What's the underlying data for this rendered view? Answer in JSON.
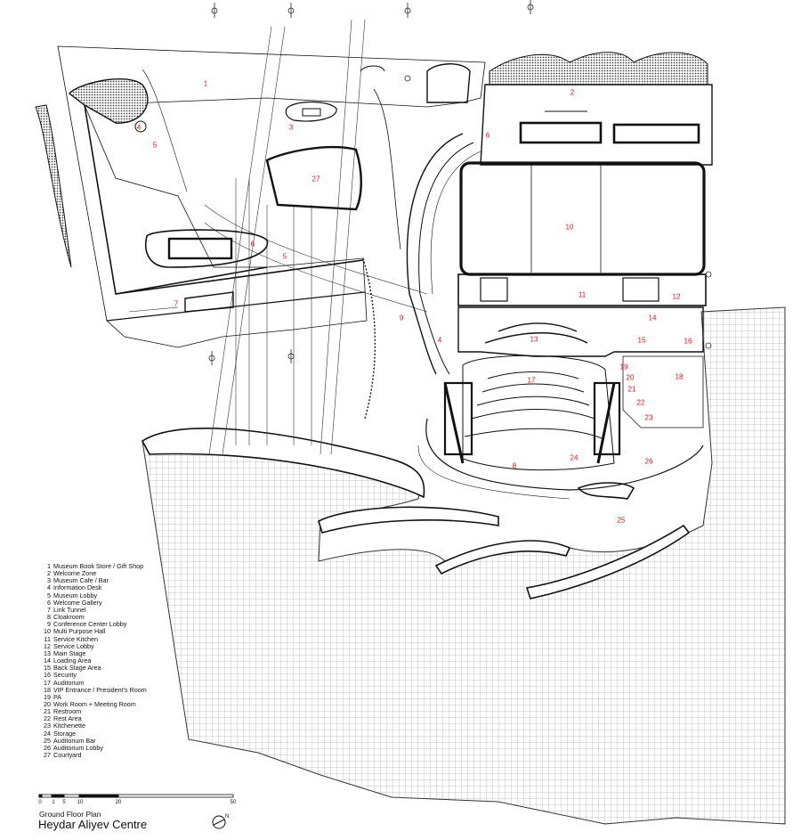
{
  "plan": {
    "subtitle": "Ground Floor Plan",
    "title": "Heydar Aliyev Centre",
    "north_label": "N"
  },
  "room_labels": [
    {
      "num": "1"
    },
    {
      "num": "2"
    },
    {
      "num": "3"
    },
    {
      "num": "4"
    },
    {
      "num": "5"
    },
    {
      "num": "6"
    },
    {
      "num": "7"
    },
    {
      "num": "6"
    },
    {
      "num": "27"
    },
    {
      "num": "5"
    },
    {
      "num": "9"
    },
    {
      "num": "10"
    },
    {
      "num": "11"
    },
    {
      "num": "12"
    },
    {
      "num": "14"
    },
    {
      "num": "4"
    },
    {
      "num": "13"
    },
    {
      "num": "15"
    },
    {
      "num": "16"
    },
    {
      "num": "18"
    },
    {
      "num": "19"
    },
    {
      "num": "20"
    },
    {
      "num": "21"
    },
    {
      "num": "22"
    },
    {
      "num": "23"
    },
    {
      "num": "17"
    },
    {
      "num": "8"
    },
    {
      "num": "24"
    },
    {
      "num": "26"
    },
    {
      "num": "25"
    }
  ],
  "legend": [
    {
      "num": "1",
      "name": "Museum Book Store / Gift Shop"
    },
    {
      "num": "2",
      "name": "Welcome Zone"
    },
    {
      "num": "3",
      "name": "Museum Cafe / Bar"
    },
    {
      "num": "4",
      "name": "Information Desk"
    },
    {
      "num": "5",
      "name": "Museum Lobby"
    },
    {
      "num": "6",
      "name": "Welcome Gallery"
    },
    {
      "num": "7",
      "name": "Link Tunnel"
    },
    {
      "num": "8",
      "name": "Cloakroom"
    },
    {
      "num": "9",
      "name": "Conference Center Lobby"
    },
    {
      "num": "10",
      "name": "Multi Purpose Hall"
    },
    {
      "num": "11",
      "name": "Service Kitchen"
    },
    {
      "num": "12",
      "name": "Service Lobby"
    },
    {
      "num": "13",
      "name": "Main Stage"
    },
    {
      "num": "14",
      "name": "Loading Area"
    },
    {
      "num": "15",
      "name": "Back Stage Area"
    },
    {
      "num": "16",
      "name": "Security"
    },
    {
      "num": "17",
      "name": "Auditorium"
    },
    {
      "num": "18",
      "name": "VIP Entrance / President's Room"
    },
    {
      "num": "19",
      "name": "PA"
    },
    {
      "num": "20",
      "name": "Work Room + Meeting Room"
    },
    {
      "num": "21",
      "name": "Restroom"
    },
    {
      "num": "22",
      "name": "Rest Area"
    },
    {
      "num": "23",
      "name": "Kitchenette"
    },
    {
      "num": "24",
      "name": "Storage"
    },
    {
      "num": "25",
      "name": "Auditorium Bar"
    },
    {
      "num": "26",
      "name": "Auditorium Lobby"
    },
    {
      "num": "27",
      "name": "Courtyard"
    }
  ],
  "scale": [
    "0",
    "1",
    "5",
    "10",
    "20",
    "50"
  ],
  "colors": {
    "label": "#e01818",
    "ink": "#111111",
    "hatch": "#555555"
  }
}
